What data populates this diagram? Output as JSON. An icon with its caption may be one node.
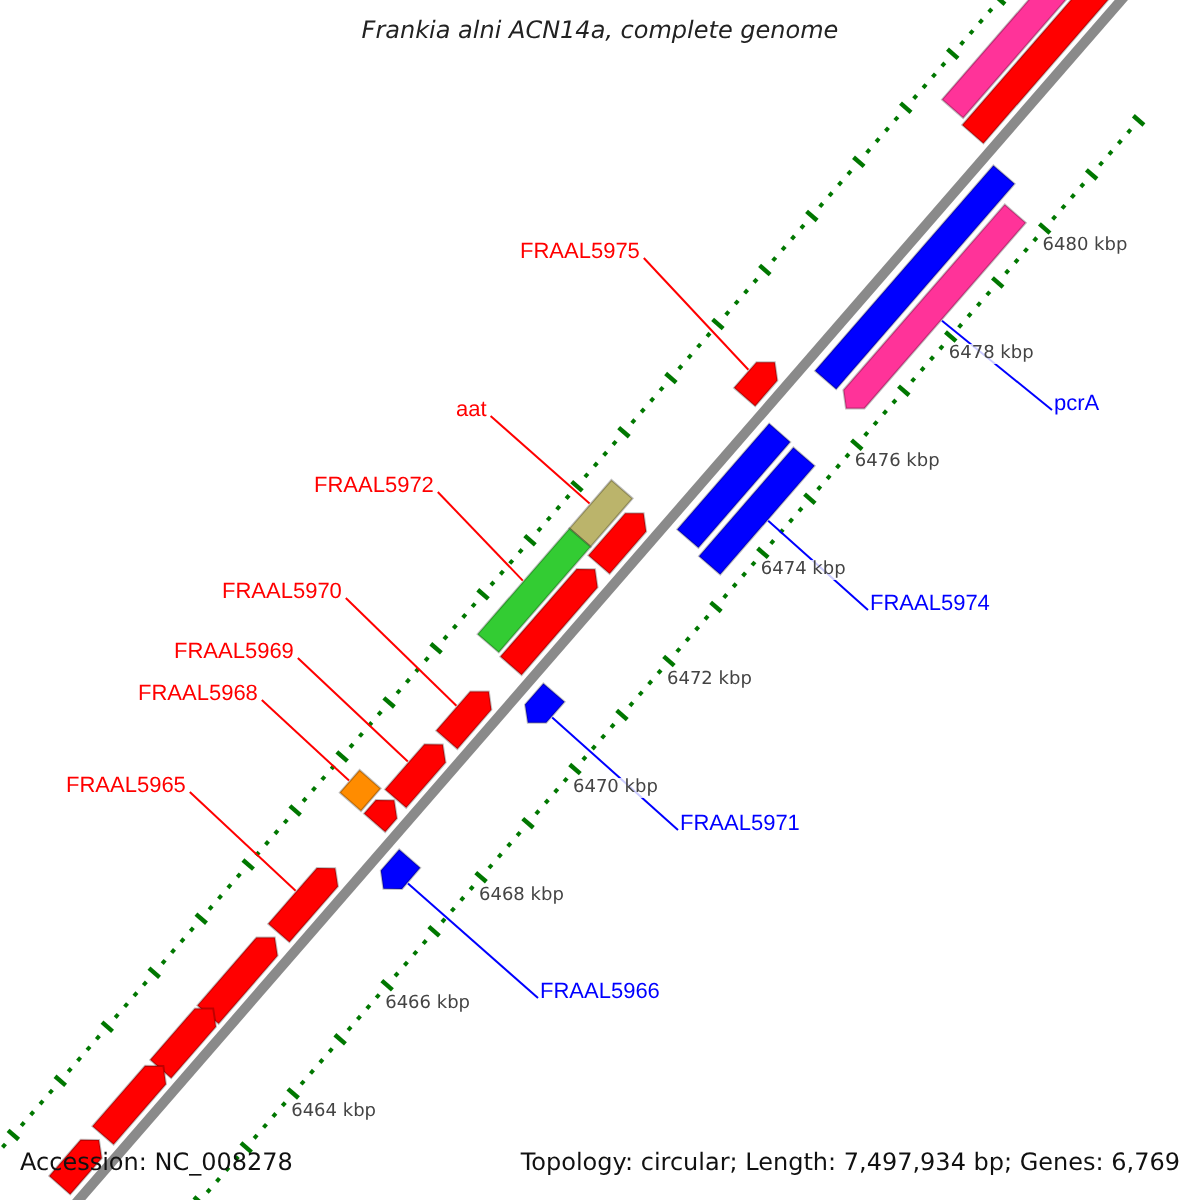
{
  "diagram": {
    "title": "Frankia alni ACN14a, complete genome",
    "nodes": [
      {
        "text": [
          "FRAAL5975"
        ]
      },
      {
        "text": [
          "pcrA"
        ]
      },
      {
        "text": [
          "aat"
        ]
      },
      {
        "text": [
          "FRAAL5972"
        ]
      },
      {
        "text": [
          "FRAAL5970"
        ]
      },
      {
        "text": [
          "FRAAL5974"
        ]
      },
      {
        "text": [
          "FRAAL5969"
        ]
      },
      {
        "text": [
          "FRAAL5968"
        ]
      },
      {
        "text": [
          "FRAAL5965"
        ]
      },
      {
        "text": [
          "FRAAL5971"
        ]
      },
      {
        "text": [
          "FRAAL5966"
        ]
      },
      {
        "text": [],
        "shape": "arrow"
      },
      {
        "text": [],
        "shape": "arrow"
      },
      {
        "text": [],
        "shape": "bar"
      },
      {
        "text": [],
        "shape": "bar"
      },
      {
        "text": [],
        "shape": "arrow"
      },
      {
        "text": [],
        "shape": "bar"
      },
      {
        "text": [],
        "shape": "arrow"
      },
      {
        "text": [],
        "shape": "diamond"
      },
      {
        "text": [],
        "shape": "arrow"
      },
      {
        "text": [],
        "shape": "arrow"
      },
      {
        "text": [],
        "shape": "arrow"
      },
      {
        "text": [],
        "shape": "arrow"
      },
      {
        "text": [],
        "shape": "arrow"
      },
      {
        "text": [],
        "shape": "arrow"
      },
      {
        "text": [],
        "shape": "arrow"
      },
      {
        "text": [],
        "shape": "arrow"
      },
      {
        "text": [],
        "shape": "arrow"
      },
      {
        "text": [],
        "shape": "arrow"
      },
      {
        "text": [],
        "shape": "arrow"
      },
      {
        "text": [],
        "shape": "bar"
      },
      {
        "text": [],
        "shape": "bar"
      },
      {
        "text": [],
        "shape": "bar"
      }
    ],
    "edges": [
      {
        "from": 0,
        "to": 11,
        "arrow": "none"
      },
      {
        "from": 1,
        "to": 12,
        "arrow": "none",
        "color": "#0000ff"
      },
      {
        "from": 2,
        "to": 13,
        "arrow": "none"
      },
      {
        "from": 3,
        "to": 14,
        "arrow": "none"
      },
      {
        "from": 4,
        "to": 15,
        "arrow": "none"
      },
      {
        "from": 5,
        "to": 16,
        "arrow": "none",
        "color": "#0000ff"
      },
      {
        "from": 6,
        "to": 17,
        "arrow": "none"
      },
      {
        "from": 7,
        "to": 18,
        "arrow": "none"
      },
      {
        "from": 8,
        "to": 19,
        "arrow": "none"
      },
      {
        "from": 9,
        "to": 20,
        "arrow": "none",
        "color": "#0000ff"
      },
      {
        "from": 10,
        "to": 21,
        "arrow": "none",
        "color": "#0000ff"
      }
    ],
    "labels": [
      "6480 kbp",
      "6478 kbp",
      "6476 kbp",
      "6474 kbp",
      "6472 kbp",
      "6470 kbp",
      "6468 kbp",
      "6466 kbp",
      "6464 kbp",
      "Accession: NC_008278",
      "Topology: circular; Length: 7,497,934 bp; Genes: 6,769"
    ]
  }
}
